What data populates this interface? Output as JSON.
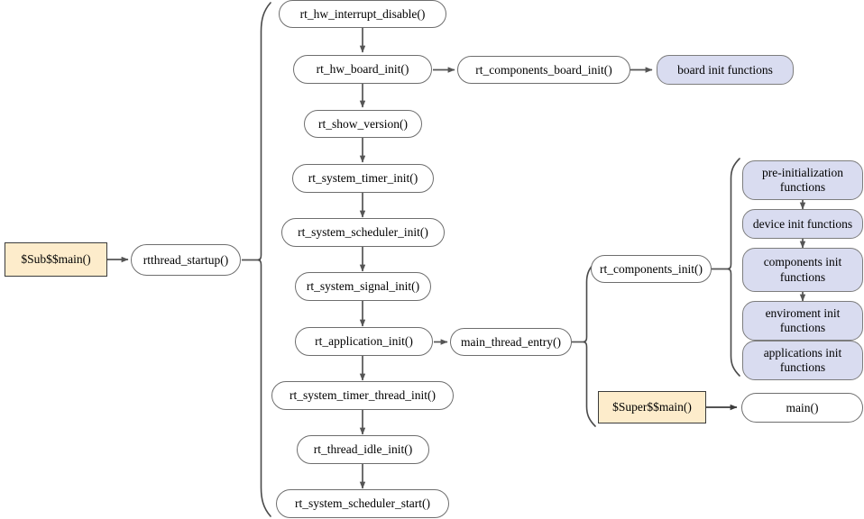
{
  "diagram": {
    "title": "RT-Thread startup sequence flowchart",
    "colors": {
      "blue_fill": "#d9dcf0",
      "orange_fill": "#fdeccb",
      "node_stroke": "#6e6e6e",
      "rect_stroke": "#3b3b3b",
      "edge": "#555555",
      "background": "#ffffff"
    },
    "entry_nodes": [
      {
        "id": "sub-main",
        "label": "$Sub$$main()",
        "shape": "rect",
        "fill": "orange"
      },
      {
        "id": "rtthread-startup",
        "label": "rtthread_startup()",
        "shape": "rounded",
        "fill": "white"
      }
    ],
    "startup_chain": [
      {
        "id": "rt-hw-interrupt-disable",
        "label": "rt_hw_interrupt_disable()"
      },
      {
        "id": "rt-hw-board-init",
        "label": "rt_hw_board_init()"
      },
      {
        "id": "rt-show-version",
        "label": "rt_show_version()"
      },
      {
        "id": "rt-system-timer-init",
        "label": "rt_system_timer_init()"
      },
      {
        "id": "rt-system-scheduler-init",
        "label": "rt_system_scheduler_init()"
      },
      {
        "id": "rt-system-signal-init",
        "label": "rt_system_signal_init()"
      },
      {
        "id": "rt-application-init",
        "label": "rt_application_init()"
      },
      {
        "id": "rt-system-timer-thread-init",
        "label": "rt_system_timer_thread_init()"
      },
      {
        "id": "rt-thread-idle-init",
        "label": "rt_thread_idle_init()"
      },
      {
        "id": "rt-system-scheduler-start",
        "label": "rt_system_scheduler_start()"
      }
    ],
    "board_branch": [
      {
        "id": "rt-components-board-init",
        "label": "rt_components_board_init()",
        "shape": "rounded",
        "fill": "white"
      },
      {
        "id": "board-init-functions",
        "label": "board init functions",
        "shape": "rounded",
        "fill": "blue"
      }
    ],
    "main_branch": [
      {
        "id": "main-thread-entry",
        "label": "main_thread_entry()",
        "shape": "rounded",
        "fill": "white"
      },
      {
        "id": "rt-components-init",
        "label": "rt_components_init()",
        "shape": "rounded",
        "fill": "white"
      },
      {
        "id": "super-main",
        "label": "$Super$$main()",
        "shape": "rect",
        "fill": "orange"
      },
      {
        "id": "main",
        "label": "main()",
        "shape": "rounded",
        "fill": "white"
      }
    ],
    "init_stages": [
      {
        "id": "pre-initialization-functions",
        "label": "pre-initialization\nfunctions",
        "line1": "pre-initialization",
        "line2": "functions"
      },
      {
        "id": "device-init-functions",
        "label": "device init functions",
        "line1": "device init functions",
        "line2": ""
      },
      {
        "id": "components-init-functions",
        "label": "components init\nfunctions",
        "line1": "components init",
        "line2": "functions"
      },
      {
        "id": "enviroment-init-functions",
        "label": "enviroment init\nfunctions",
        "line1": "enviroment init",
        "line2": "functions"
      },
      {
        "id": "applications-init-functions",
        "label": "applications init\nfunctions",
        "line1": "applications init",
        "line2": "functions"
      }
    ]
  }
}
